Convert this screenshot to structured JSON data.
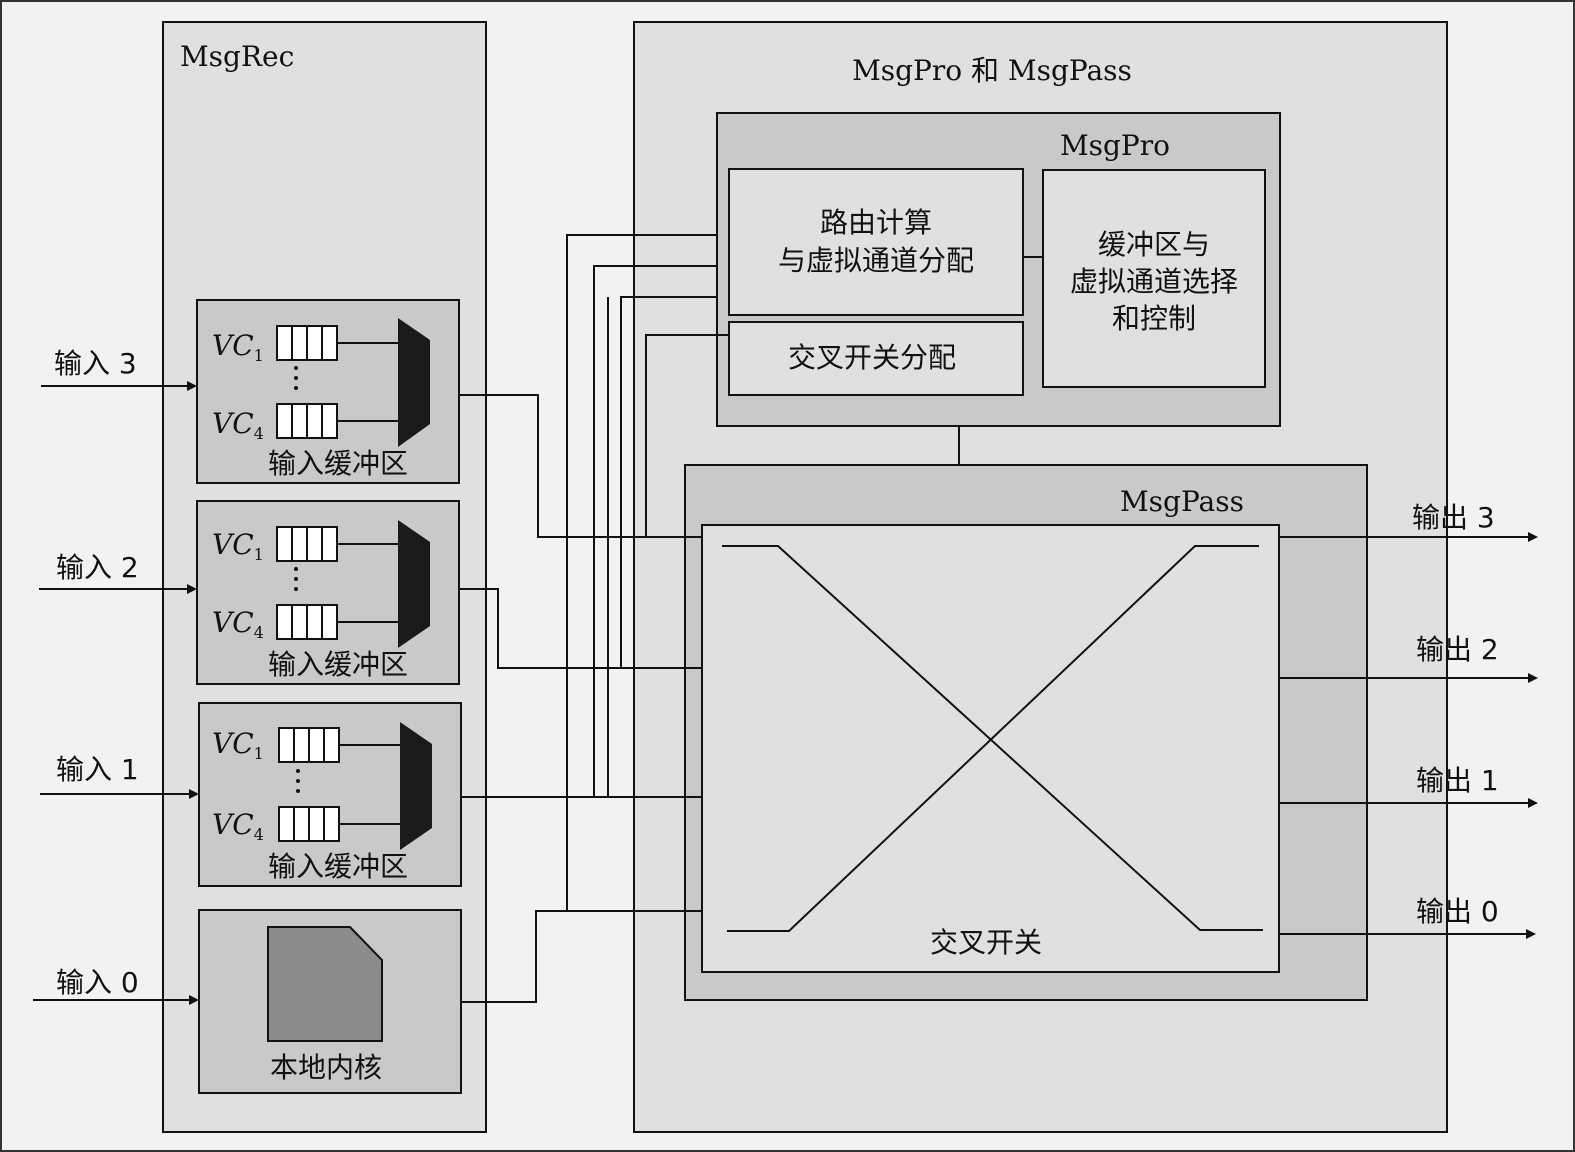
{
  "msgrec": {
    "title": "MsgRec"
  },
  "msgpro_pass": {
    "title": "MsgPro 和 MsgPass"
  },
  "msgpro": {
    "title": "MsgPro",
    "routing_line1": "路由计算",
    "routing_line2": "与虚拟通道分配",
    "crossbar_alloc": "交叉开关分配",
    "buffer_line1": "缓冲区与",
    "buffer_line2": "虚拟通道选择",
    "buffer_line3": "和控制"
  },
  "msgpass": {
    "title": "MsgPass",
    "crossbar_label": "交叉开关"
  },
  "buffer_label": "输入缓冲区",
  "vc_first": {
    "base": "VC",
    "sub": "1"
  },
  "vc_last": {
    "base": "VC",
    "sub": "4"
  },
  "local_core": "本地内核",
  "inputs": [
    "输入 3",
    "输入 2",
    "输入 1",
    "输入 0"
  ],
  "outputs": [
    "输出 3",
    "输出 2",
    "输出 1",
    "输出 0"
  ]
}
